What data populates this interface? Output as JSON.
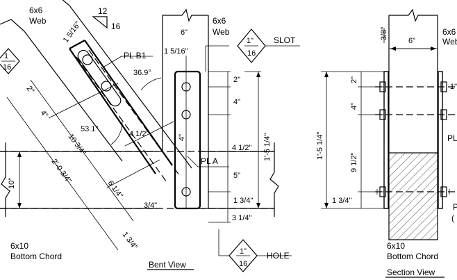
{
  "bent_view": {
    "web_label": [
      "6x6",
      "Web"
    ],
    "slope": {
      "rise": "12",
      "run": "16"
    },
    "hole_tag_left": {
      "num": "1",
      "den": "16"
    },
    "dim_5_16": "1 5/16\"",
    "dim_2": "2\"",
    "dim_4": "4\"",
    "dim_10_3_4": "10 3/4\"",
    "dim_2_0_3_4": "2'-0 3/4\"",
    "dim_6_1_4": "6 1/4\"",
    "dim_1_3_4": "1 3/4\"",
    "dim_3_4": "3/4\"",
    "dim_4_1_2_diag": "4 1/2\"",
    "dim_10": "10\"",
    "angle_53": "53.1°",
    "angle_36": "36.9°",
    "pl_b1": "PL B1",
    "pl_a": "PL A",
    "bottom_chord": [
      "6x10",
      "Bottom Chord"
    ],
    "vert_web_label": [
      "6x6",
      "Web"
    ],
    "dim_6": "6\"",
    "vert_5_16": "1 5/16\"",
    "slot_tag": {
      "num": "1\"",
      "den": "16"
    },
    "slot_label": "SLOT",
    "dims_right": [
      "2\"",
      "4\"",
      "4 1/2\"",
      "5\"",
      "1 3/4\"",
      "3 1/4\""
    ],
    "dim_4_inner": "4\"",
    "dim_1_5_1_4": "1'-5 1/4\"",
    "hole_tag": {
      "num": "1\"",
      "den": "16"
    },
    "hole_label": "HOLE",
    "caption": "Bent View"
  },
  "section_view": {
    "dim_3_8": "3/8\"",
    "dim_6": "6\"",
    "web_label": [
      "6x6",
      "Web"
    ],
    "dims": [
      "2\"",
      "4\"",
      "9 1/2\"",
      "1 3/4\""
    ],
    "dim_overall": "1'-5 1/4\"",
    "right_cut_top": "1\"",
    "right_cut_pl": "PL",
    "right_cut_p": "P",
    "right_cut_paren": "(",
    "bottom_chord": [
      "6x10",
      "Bottom Chord"
    ],
    "caption": "Section View"
  }
}
